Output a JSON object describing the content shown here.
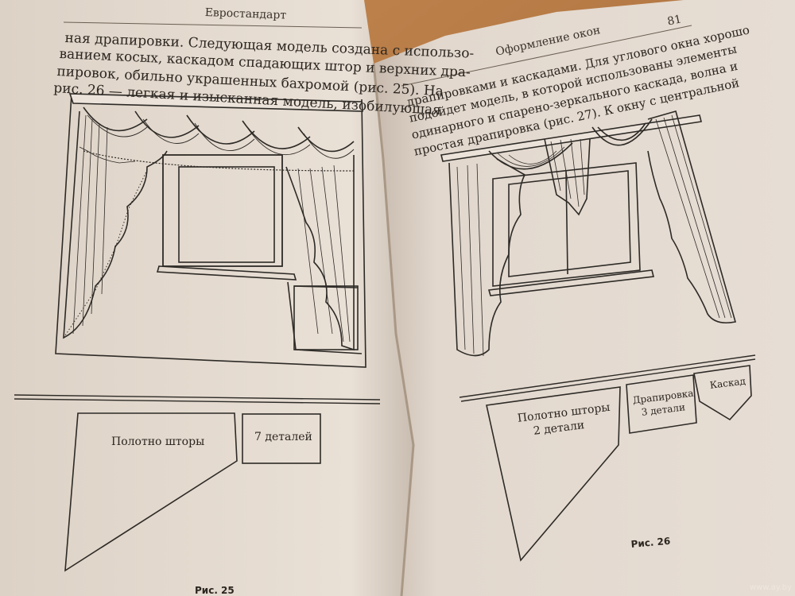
{
  "left_page": {
    "running_head": "Евростандарт",
    "text_lines": [
      "ная драпировки. Следующая модель создана с использо-",
      "ванием косых, каскадом спадающих штор и верхних дра-",
      "пировок, обильно украшенных бахромой (рис. 25). На",
      "рис. 26 — легкая и изысканная модель, изобилующая"
    ],
    "pattern_piece_1": "Полотно шторы",
    "pattern_piece_2": "7 деталей",
    "figure_caption": "Рис. 25"
  },
  "right_page": {
    "running_head": "Оформление окон",
    "page_number": "81",
    "text_lines": [
      "драпировками и каскадами. Для углового окна хорошо",
      "подойдет модель, в которой использованы элементы",
      "одинарного и спарено-зеркального каскада, волна и",
      "простая драпировка (рис. 27). К окну с центральной"
    ],
    "pattern_piece_1_line1": "Полотно шторы",
    "pattern_piece_1_line2": "2 детали",
    "pattern_piece_2_line1": "Драпировка",
    "pattern_piece_2_line2": "3 детали",
    "pattern_piece_3": "Каскад",
    "figure_caption": "Рис. 26"
  },
  "watermark": "www.ay.by"
}
